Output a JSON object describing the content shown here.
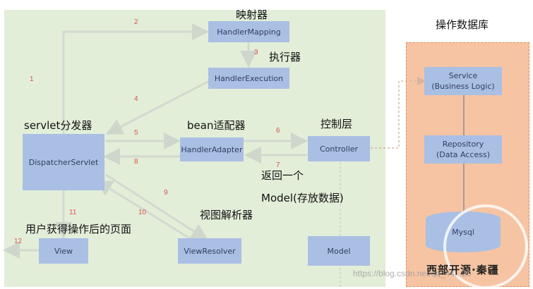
{
  "boxes": {
    "handler_mapping": "HandlerMapping",
    "handler_execution": "HandlerExecution",
    "dispatcher_servlet": "DispatcherServlet",
    "handler_adapter": "HandlerAdapter",
    "controller": "Controller",
    "view": "View",
    "view_resolver": "ViewResolver",
    "model": "Model",
    "service": "Service\n(Business Logic)",
    "repository": "Repository\n(Data Access)",
    "mysql": "Mysql"
  },
  "labels": {
    "mapper": "映射器",
    "executor": "执行器",
    "servlet_dispatcher": "servlet分发器",
    "bean_adapter": "bean适配器",
    "control_layer": "控制层",
    "return_one": "返回一个",
    "model_store": "Model(存放数据)",
    "view_resolver_cn": "视图解析器",
    "user_page": "用户获得操作后的页面",
    "db_ops": "操作数据库"
  },
  "steps": [
    "1",
    "2",
    "3",
    "4",
    "5",
    "6",
    "7",
    "8",
    "9",
    "10",
    "11",
    "12"
  ],
  "brand": "西部开源·秦疆",
  "watermark": "https://blog.csdn.net/qq_44...20",
  "colors": {
    "left_panel": "#e3eed9",
    "right_panel": "#f6c4a3",
    "box": "#aabfe4",
    "arrow": "#cfd6cc",
    "step_number": "#d9534f"
  }
}
